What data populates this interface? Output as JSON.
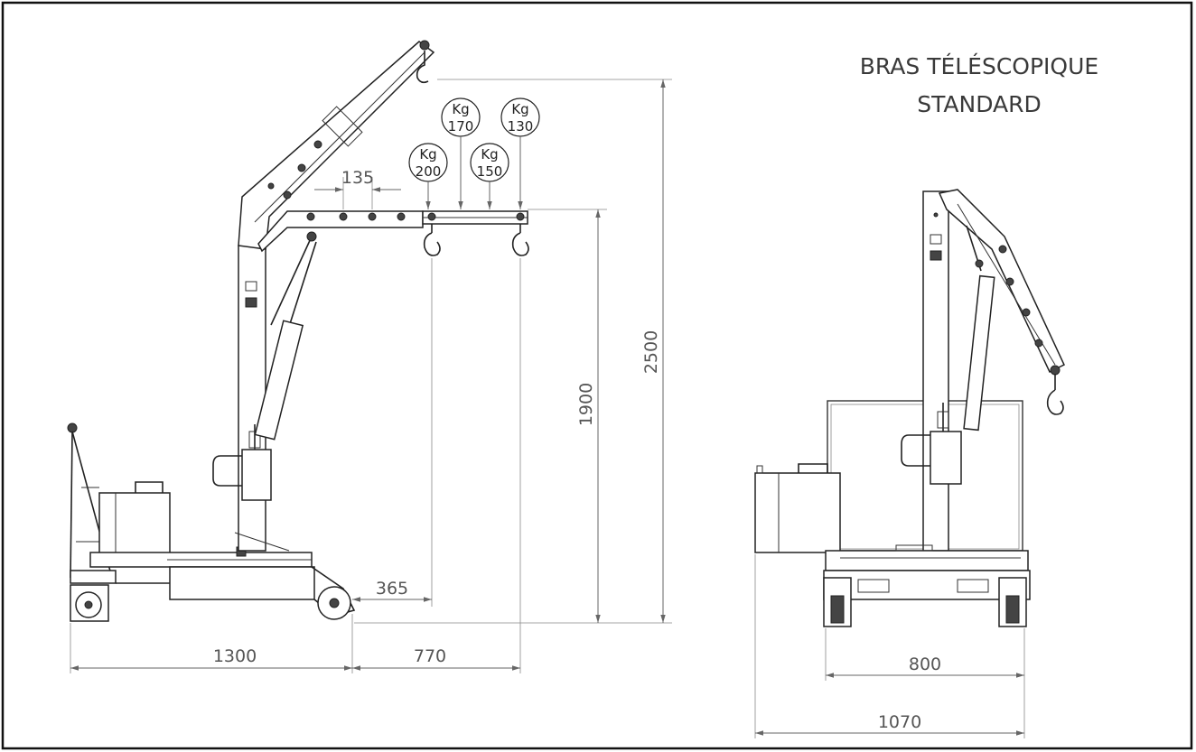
{
  "title": {
    "line1": "BRAS TÉLÉSCOPIQUE",
    "line2": "STANDARD"
  },
  "dimensions": {
    "spacing": "135",
    "height_total": "2500",
    "height_hook": "1900",
    "offset": "365",
    "base_length": "1300",
    "reach": "770",
    "track_inner": "800",
    "track_outer": "1070"
  },
  "loads": [
    {
      "unit": "Kg",
      "value": "200"
    },
    {
      "unit": "Kg",
      "value": "170"
    },
    {
      "unit": "Kg",
      "value": "150"
    },
    {
      "unit": "Kg",
      "value": "130"
    }
  ]
}
